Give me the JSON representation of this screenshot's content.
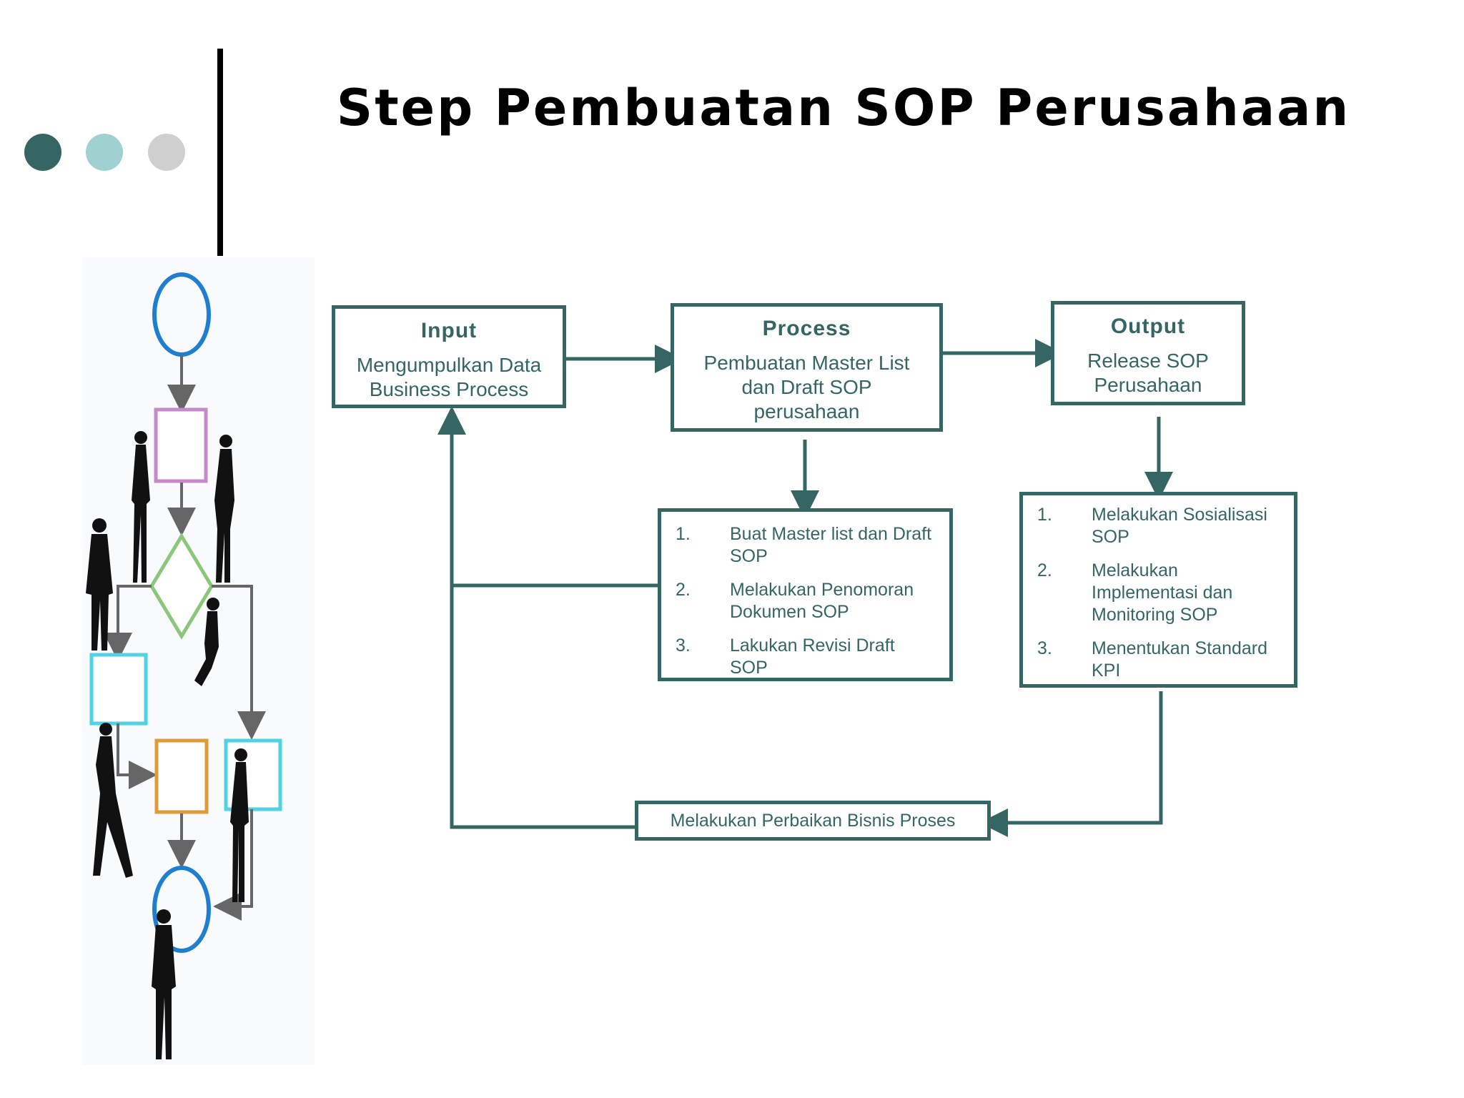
{
  "slide": {
    "title": "Step Pembuatan SOP Perusahaan",
    "colors": {
      "accent": "#356664",
      "dot1": "#356664",
      "dot2": "#9fd1d1",
      "dot3": "#cfcfcf"
    }
  },
  "flow": {
    "input": {
      "title": "Input",
      "text_line1": "Mengumpulkan Data",
      "text_line2": "Business Process"
    },
    "process": {
      "title": "Process",
      "text_line1": "Pembuatan Master List",
      "text_line2": "dan Draft SOP",
      "text_line3": "perusahaan"
    },
    "output": {
      "title": "Output",
      "text_line1": "Release SOP",
      "text_line2": "Perusahaan"
    },
    "process_steps": [
      {
        "num": "1.",
        "line1": "Buat Master list dan Draft",
        "line2": "SOP"
      },
      {
        "num": "2.",
        "line1": "Melakukan Penomoran",
        "line2": "Dokumen SOP"
      },
      {
        "num": "3.",
        "line1": "Lakukan Revisi Draft",
        "line2": "SOP"
      }
    ],
    "output_steps": [
      {
        "num": "1.",
        "line1": "Melakukan Sosialisasi",
        "line2": "SOP",
        "line3": ""
      },
      {
        "num": "2.",
        "line1": "Melakukan",
        "line2": "Implementasi dan",
        "line3": "Monitoring SOP"
      },
      {
        "num": "3.",
        "line1": "Menentukan Standard",
        "line2": "KPI",
        "line3": ""
      }
    ],
    "feedback": {
      "label": "Melakukan Perbaikan Bisnis Proses"
    }
  }
}
